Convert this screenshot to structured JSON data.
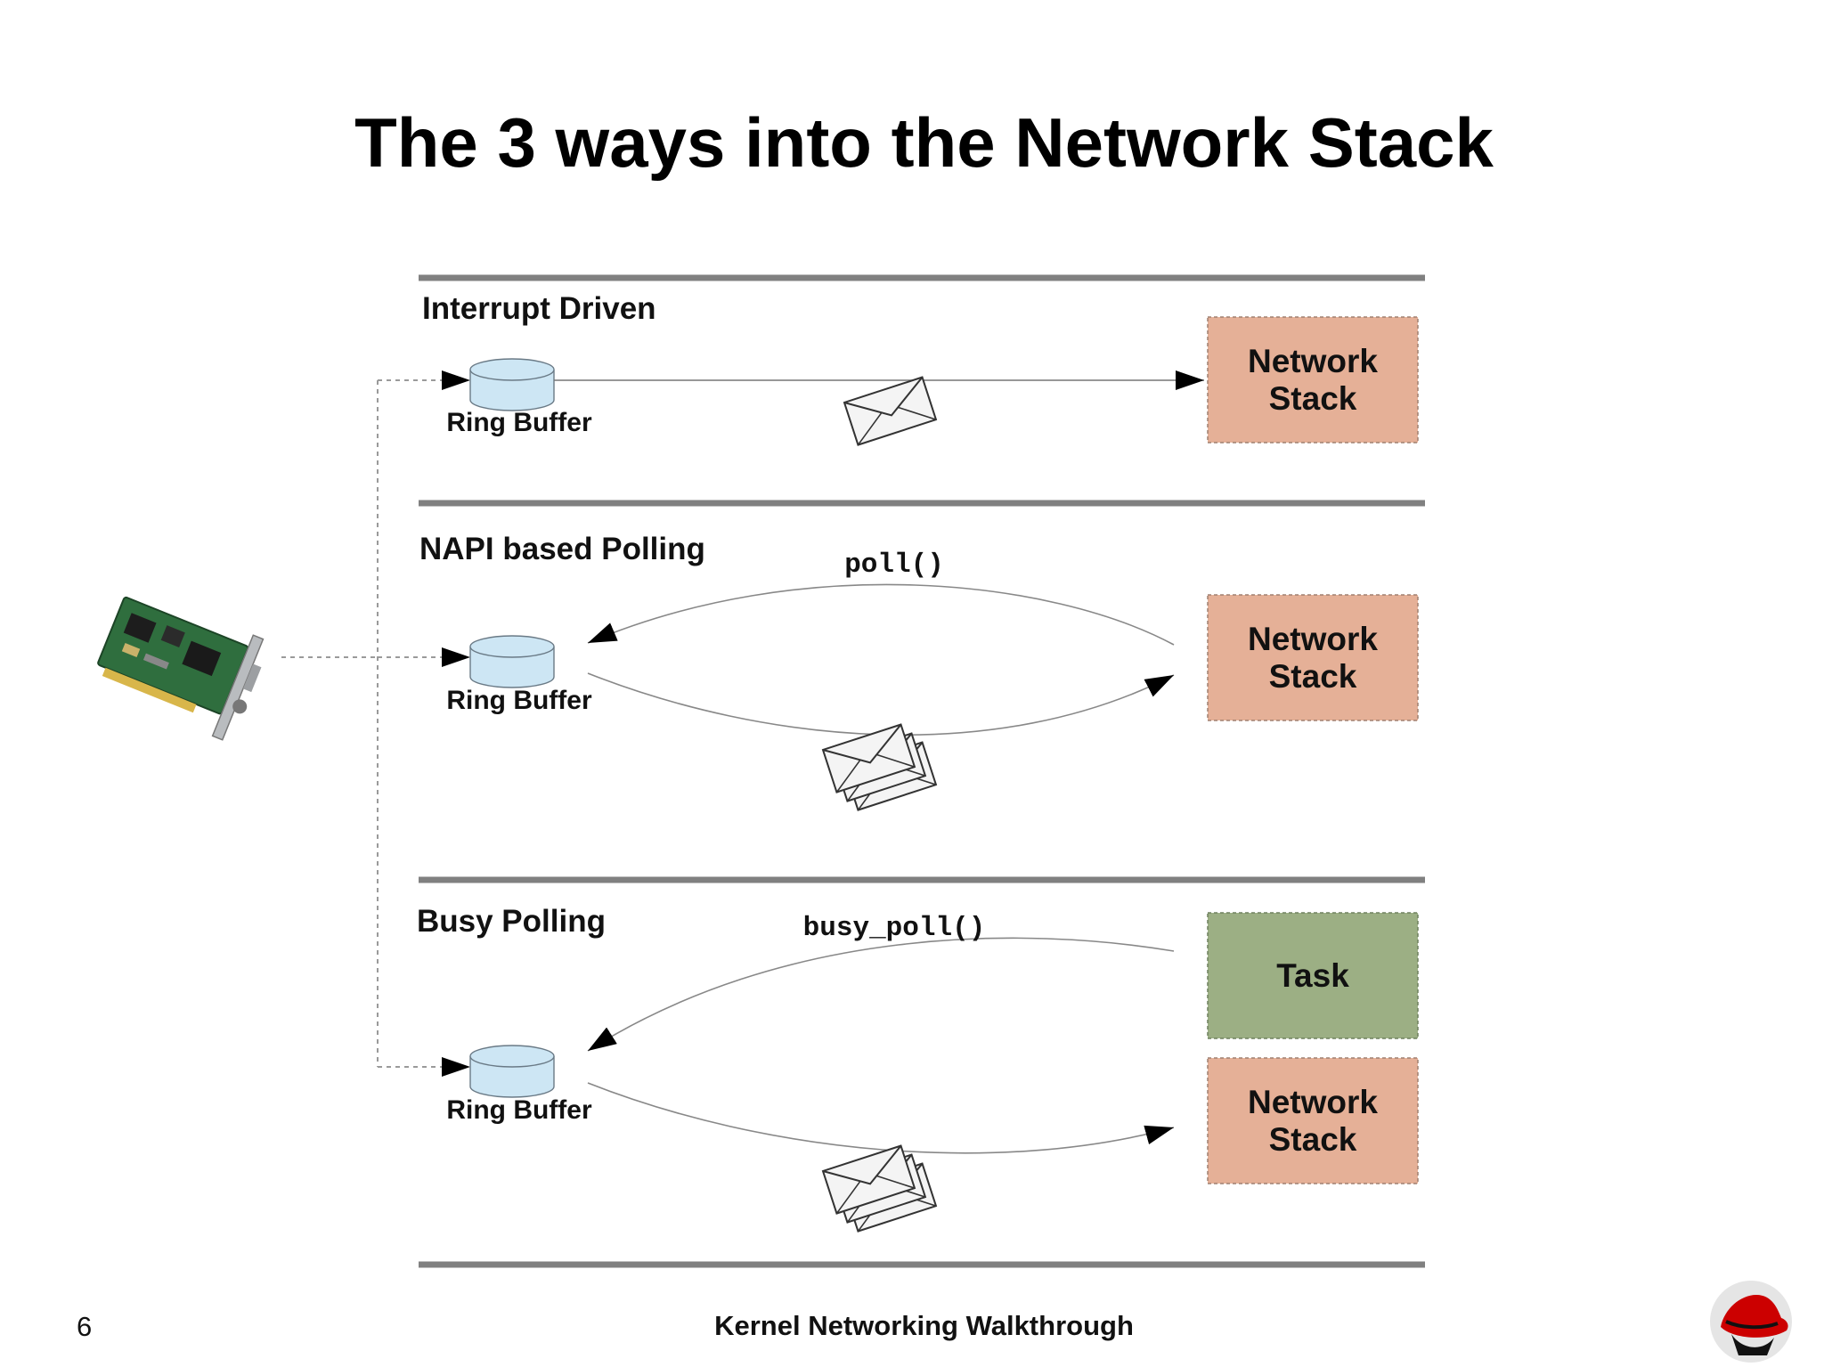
{
  "title": "The 3 ways into the Network Stack",
  "sections": [
    {
      "name": "Interrupt Driven",
      "ring_buffer_label": "Ring Buffer",
      "boxes": [
        {
          "label_lines": [
            "Network",
            "Stack"
          ],
          "color": "#e5b097"
        }
      ]
    },
    {
      "name": "NAPI based Polling",
      "ring_buffer_label": "Ring Buffer",
      "call_label": "poll()",
      "boxes": [
        {
          "label_lines": [
            "Network",
            "Stack"
          ],
          "color": "#e5b097"
        }
      ]
    },
    {
      "name": "Busy Polling",
      "ring_buffer_label": "Ring Buffer",
      "call_label": "busy_poll()",
      "boxes": [
        {
          "label_lines": [
            "Task"
          ],
          "color": "#9caf84"
        },
        {
          "label_lines": [
            "Network",
            "Stack"
          ],
          "color": "#e5b097"
        }
      ]
    }
  ],
  "colors": {
    "ring_buffer_fill": "#cde6f4",
    "divider": "#808080",
    "network_stack": "#e5b097",
    "task": "#9caf84"
  },
  "icons": [
    "network-card-icon",
    "envelope-icon",
    "envelope-stack-icon",
    "redhat-logo-icon"
  ],
  "footer": {
    "page_number": "6",
    "text": "Kernel Networking Walkthrough"
  }
}
